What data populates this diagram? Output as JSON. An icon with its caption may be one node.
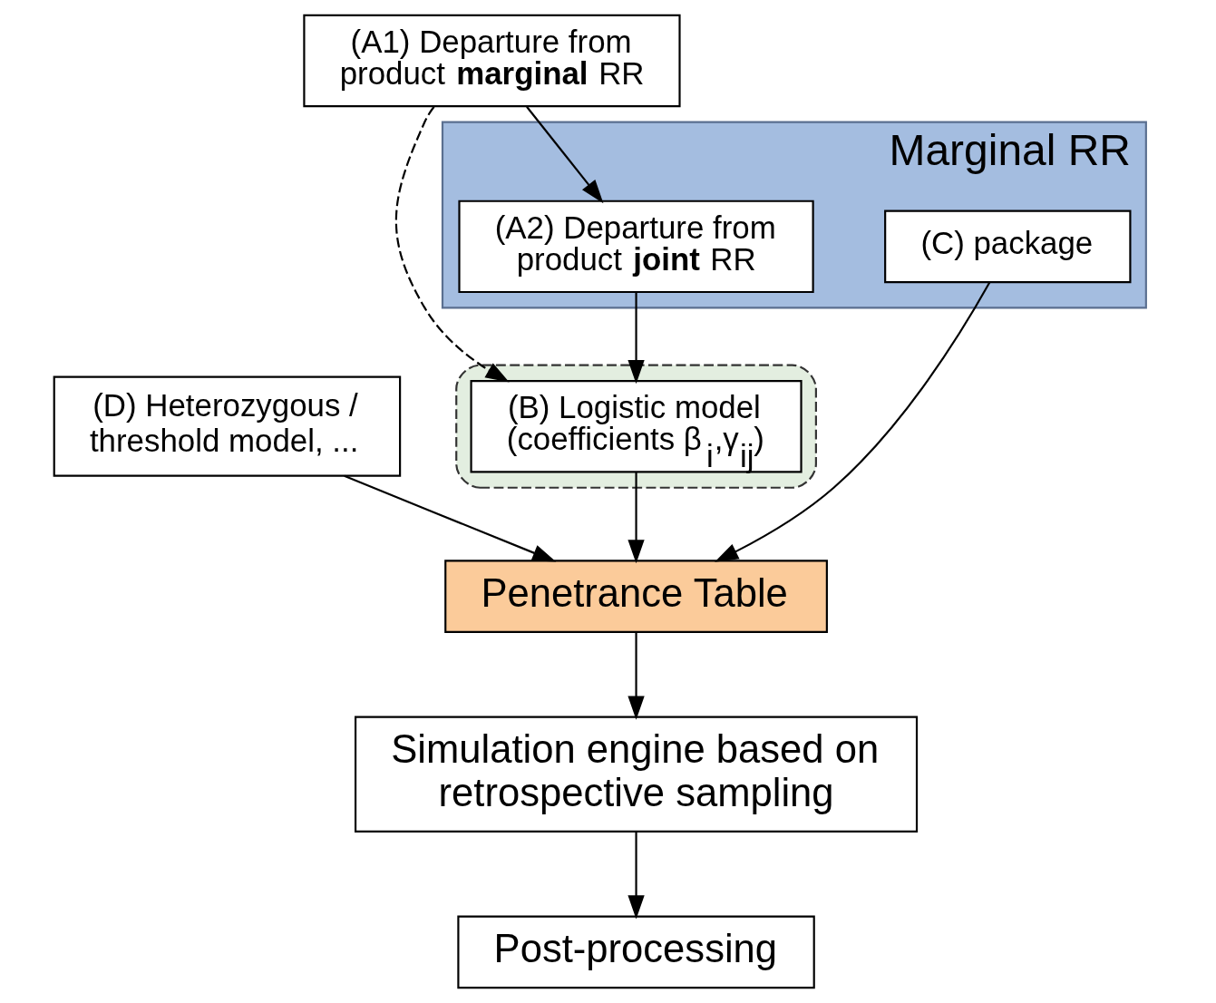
{
  "diagram": {
    "nodes": [
      {
        "text": [
          "Marginal RR"
        ]
      },
      {
        "text": [],
        "shape": "ellipse"
      },
      {
        "text": [
          "(A1) Departure from product **marginal** RR"
        ]
      },
      {
        "text": [
          "(A2) Departure from product **joint** RR"
        ],
        "in": 0
      },
      {
        "text": [
          "(D) Heterozygous / threshold model, ..."
        ]
      },
      {
        "text": [
          "(C) package"
        ],
        "in": 0
      },
      {
        "text": [
          "(B) Logistic model (coefficients β$_{i}$,γ$_{ij}$)"
        ],
        "in": 1
      },
      {
        "text": [
          "Penetrance Table"
        ]
      },
      {
        "text": [
          "Simulation engine based on retrospective sampling"
        ]
      },
      {
        "text": [
          "Post-processing"
        ]
      }
    ],
    "edges": [
      {
        "from": 2,
        "to": 3,
        "arrow": "to"
      },
      {
        "from": 2,
        "to": 6,
        "arrow": "to",
        "style": "dashed"
      },
      {
        "from": 3,
        "to": 6,
        "arrow": "to"
      },
      {
        "from": 5,
        "to": 7,
        "arrow": "to"
      },
      {
        "from": 6,
        "to": 7,
        "arrow": "to"
      },
      {
        "from": 4,
        "to": 7,
        "arrow": "to"
      },
      {
        "from": 7,
        "to": 8,
        "arrow": "to"
      },
      {
        "from": 8,
        "to": 9,
        "arrow": "to"
      }
    ]
  }
}
